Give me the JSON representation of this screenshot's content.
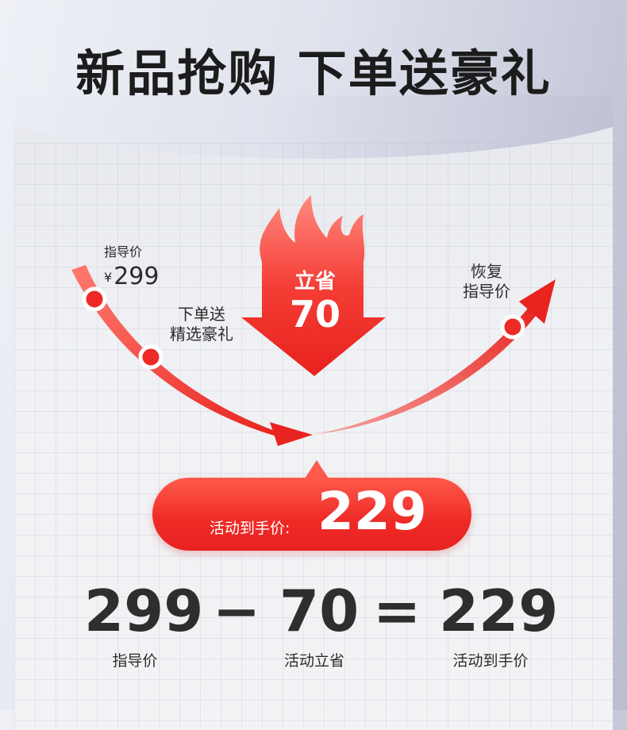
{
  "headline": "新品抢购 下单送豪礼",
  "guide": {
    "label": "指导价",
    "currency": "¥",
    "price": "299"
  },
  "gift": {
    "line1": "下单送",
    "line2": "精选豪礼"
  },
  "restore": {
    "line1": "恢复",
    "line2": "指导价"
  },
  "save": {
    "label": "立省",
    "amount": "70"
  },
  "activity": {
    "label": "活动到手价:",
    "price": "229"
  },
  "equation": {
    "a": "299",
    "minus": "−",
    "b": "70",
    "equals": "=",
    "c": "229",
    "a_label": "指导价",
    "b_label": "活动立省",
    "c_label": "活动到手价"
  },
  "colors": {
    "red": "#ee2a26",
    "light_red": "#ff5a4c",
    "text": "#2e2e2e"
  }
}
